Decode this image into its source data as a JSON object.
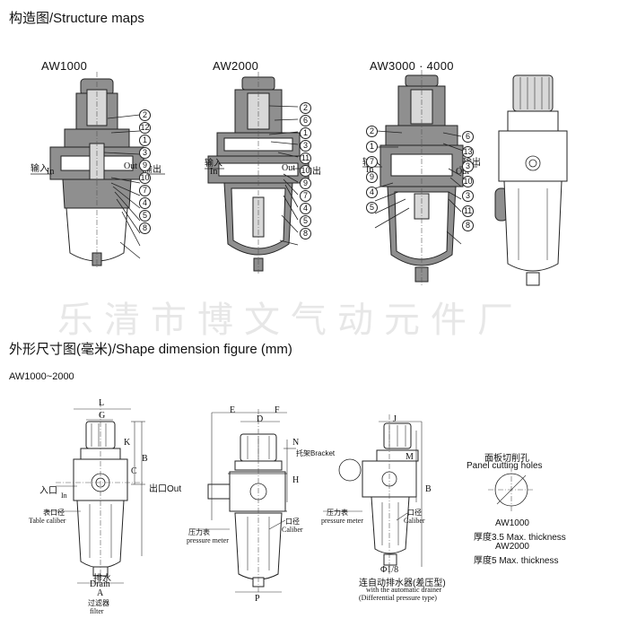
{
  "headings": {
    "structure": "构造图/Structure maps",
    "dimension": "外形尺寸图(毫米)/Shape dimension figure (mm)"
  },
  "models": {
    "aw1000": "AW1000",
    "aw2000": "AW2000",
    "aw3000": "AW3000 · 4000",
    "range": "AW1000~2000"
  },
  "watermark": "乐清市博文气动元件厂",
  "ports": {
    "in_cn": "输入",
    "in_en": "In",
    "out_cn": "输出",
    "out_en": "Out"
  },
  "callouts": {
    "aw1000": [
      "2",
      "12",
      "1",
      "3",
      "9",
      "10",
      "7",
      "4",
      "5",
      "8"
    ],
    "aw2000": [
      "2",
      "6",
      "1",
      "3",
      "11",
      "10",
      "9",
      "7",
      "4",
      "5",
      "8"
    ],
    "aw3000_left": [
      "2",
      "1",
      "7",
      "9",
      "4",
      "5"
    ],
    "aw3000_right": [
      "6",
      "13",
      "3",
      "10",
      "3",
      "11",
      "8"
    ]
  },
  "dims": {
    "L": "L",
    "G": "G",
    "K": "K",
    "C": "C",
    "B": "B",
    "H": "H",
    "E": "E",
    "D": "D",
    "F": "F",
    "N": "N",
    "P": "P",
    "A": "A",
    "J": "J",
    "M": "M",
    "phi": "Φ1/8",
    "inlet": "入口",
    "inlet_en": "In",
    "outlet": "出口Out",
    "table_caliber_cn": "表口径",
    "table_caliber_en": "Table caliber",
    "drain_cn": "排水",
    "drain_en": "Drain",
    "filter_cn": "过滤器",
    "filter_en": "filter",
    "bracket": "托架Bracket",
    "gauge_cn": "压力表",
    "gauge_en": "pressure meter",
    "caliber_cn": "口径",
    "caliber_en": "Caliber",
    "gauge2_cn": "压力表",
    "gauge2_en": "pressure meter",
    "caliber2_cn": "口径",
    "caliber2_en": "Caliber",
    "auto_cn": "连自动排水器(差压型)",
    "auto_en1": "with the automatic drainer",
    "auto_en2": "(Differential pressure type)"
  },
  "panel": {
    "title_cn": "面板切削孔",
    "title_en": "Panel cutting holes",
    "aw1000": "AW1000",
    "aw1000_thk": "厚度3.5 Max. thickness",
    "aw2000": "AW2000",
    "aw2000_thk": "厚度5 Max. thickness"
  }
}
